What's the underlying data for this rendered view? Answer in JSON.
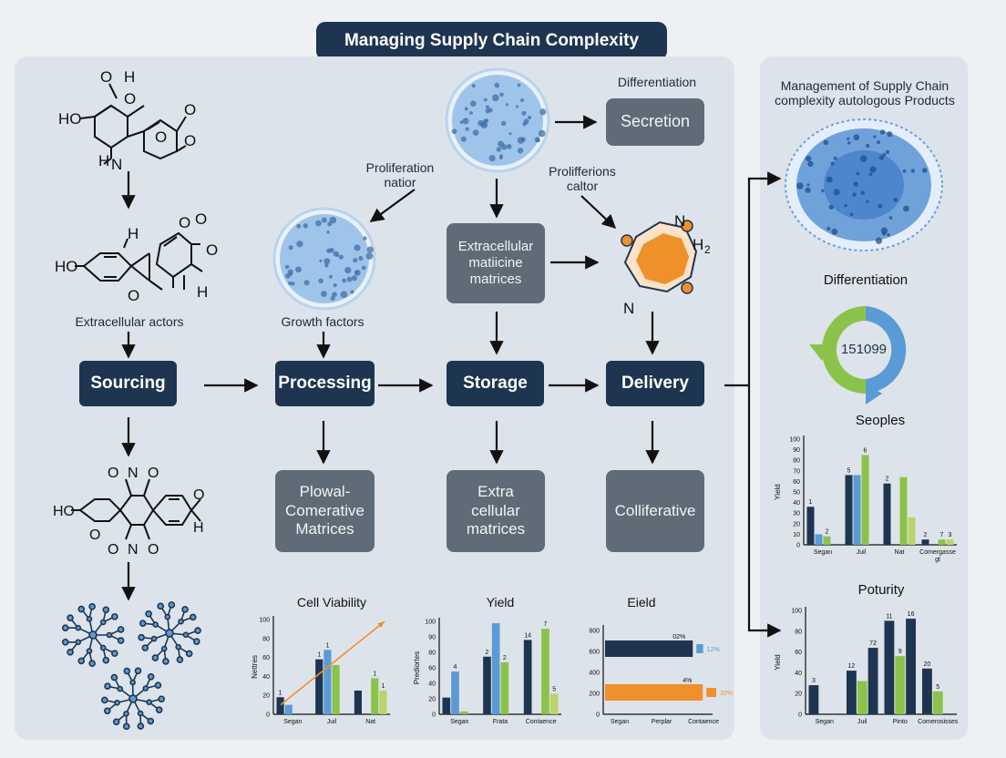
{
  "title": "Managing Supply Chain Complexity",
  "left_labels": {
    "extracellular_actors": "Extracellular actors",
    "growth_factors": "Growth factors",
    "proliferation_nation": "Proliferation\nnatior",
    "proliferation_caltor": "Prolifferions\ncaltor",
    "differentiation_top": "Differentiation"
  },
  "molecule_text": {
    "m1_o_top": "O",
    "m1_h_top": "H",
    "m1_o2": "O",
    "m1_ho": "HO",
    "m1_o3": "O",
    "m1_o4": "O",
    "m1_hn": "H",
    "m1_n": "N",
    "m1_o5": "O",
    "m2_h": "H",
    "m2_o1": "O",
    "m2_o2": "O",
    "m2_ho": "HO",
    "m2_o3": "O",
    "m2_o4": "O",
    "m2_h2": "H",
    "m3_o1": "O",
    "m3_n1": "N",
    "m3_o2": "O",
    "m3_ho": "HO",
    "m3_o3": "O",
    "m3_o4": "O",
    "m3_h": "H",
    "m3_o5": "O",
    "m3_n2": "N",
    "m3_o6": "O",
    "octa_n1": "N",
    "octa_h2": "H",
    "octa_sub": "2",
    "octa_n2": "N"
  },
  "stages": [
    "Sourcing",
    "Processing",
    "Storage",
    "Delivery"
  ],
  "boxes": {
    "secretion": "Secretion",
    "ecm": "Extracellular\nmatiicine\nmatrices",
    "plowal": "Plowal-\nComerative\nMatrices",
    "extra": "Extra\ncellular\nmatrices",
    "colliferative": "Colliferative"
  },
  "right_panel": {
    "title": "Management of Supply Chain\ncomplexity autologous Products",
    "differentiation": "Differentiation",
    "ring_value": "151099"
  },
  "colors": {
    "navy": "#1d3550",
    "blue": "#5b9bd5",
    "green": "#8bc34a",
    "olive": "#b9d46a",
    "orange": "#f0902a",
    "grey": "#5f6b76"
  },
  "chart_data": [
    {
      "type": "bar",
      "title": "Cell Viability",
      "ylabel": "Nettres",
      "ylim": [
        0,
        100
      ],
      "yticks": [
        "100",
        "80",
        "60",
        "40",
        "20",
        "0"
      ],
      "categories": [
        "Segan",
        "Juil",
        "Nat"
      ],
      "series": [
        {
          "color": "#1d3550",
          "values": [
            18,
            58,
            25
          ]
        },
        {
          "color": "#5b9bd5",
          "values": [
            10,
            68,
            0
          ]
        },
        {
          "color": "#8bc34a",
          "values": [
            0,
            52,
            38
          ]
        },
        {
          "color": "#b9d46a",
          "values": [
            0,
            0,
            25
          ]
        }
      ],
      "value_labels": [
        [
          "1",
          "",
          "",
          ""
        ],
        [
          "1",
          "1",
          "",
          ""
        ],
        [
          "",
          "",
          "1",
          "1"
        ]
      ],
      "trend": {
        "color": "#f0902a",
        "from": 10,
        "to": 98
      }
    },
    {
      "type": "bar",
      "title": "Yield",
      "ylabel": "Prediortes",
      "ylim": [
        0,
        100
      ],
      "yticks": [
        "100",
        "90",
        "80",
        "60",
        "40",
        "20",
        "0"
      ],
      "categories": [
        "Segan",
        "Frata",
        "Contaence"
      ],
      "series": [
        {
          "color": "#1d3550",
          "values": [
            18,
            62,
            80
          ]
        },
        {
          "color": "#5b9bd5",
          "values": [
            46,
            98,
            0
          ]
        },
        {
          "color": "#8bc34a",
          "values": [
            3,
            56,
            92
          ]
        },
        {
          "color": "#b9d46a",
          "values": [
            0,
            0,
            22
          ]
        }
      ],
      "value_labels": [
        [
          "",
          "4",
          "",
          ""
        ],
        [
          "2",
          "",
          "2",
          ""
        ],
        [
          "14",
          "",
          "7",
          "5"
        ]
      ]
    },
    {
      "type": "bar_horizontal",
      "title": "Eield",
      "xlim": [
        0,
        800
      ],
      "yticks": [
        "800",
        "600",
        "400",
        "200",
        "0"
      ],
      "categories": [
        "Segan",
        "Perplar",
        "Contaence"
      ],
      "bars": [
        {
          "color": "#1d3550",
          "value": 700,
          "label": "02%"
        },
        {
          "color": "#5b9bd5",
          "value": 180,
          "label": "12%"
        },
        {
          "color": "#f0902a",
          "value": 780,
          "label": "4%"
        },
        {
          "color": "#f0902a",
          "value": 260,
          "label": "10%"
        }
      ]
    },
    {
      "type": "bar",
      "title": "Seoples",
      "ylabel": "Yield",
      "ylim": [
        0,
        100
      ],
      "yticks": [
        "100",
        "90",
        "80",
        "70",
        "60",
        "50",
        "40",
        "30",
        "20",
        "10",
        "0"
      ],
      "categories": [
        "Segan",
        "Juil",
        "Nat",
        "Comergasse"
      ],
      "cat_sub": "gt",
      "series": [
        {
          "color": "#1d3550",
          "values": [
            36,
            66,
            58,
            5
          ]
        },
        {
          "color": "#5b9bd5",
          "values": [
            10,
            66,
            0,
            0
          ]
        },
        {
          "color": "#8bc34a",
          "values": [
            8,
            85,
            64,
            5
          ]
        },
        {
          "color": "#b9d46a",
          "values": [
            0,
            0,
            26,
            5
          ]
        }
      ],
      "value_labels": [
        [
          "1",
          "",
          "2",
          ""
        ],
        [
          "5",
          "",
          "6",
          ""
        ],
        [
          "2",
          "1",
          "",
          ""
        ],
        [
          "2",
          "",
          "7",
          "3"
        ]
      ]
    },
    {
      "type": "bar",
      "title": "Poturity",
      "ylabel": "Yield",
      "ylim": [
        0,
        100
      ],
      "yticks": [
        "100",
        "80",
        "60",
        "40",
        "20",
        "0"
      ],
      "categories": [
        "Segan",
        "Juil",
        "Pinto",
        "Comerosisses"
      ],
      "series": [
        {
          "color": "#1d3550",
          "values": [
            28,
            42,
            90,
            44
          ]
        },
        {
          "color": "#8bc34a",
          "values": [
            0,
            32,
            56,
            22
          ]
        },
        {
          "color": "#1d3550",
          "values": [
            0,
            64,
            92,
            0
          ]
        }
      ],
      "value_labels": [
        [
          "3",
          "",
          ""
        ],
        [
          "12",
          "",
          "72"
        ],
        [
          "11",
          "9",
          "16"
        ],
        [
          "20",
          "5",
          ""
        ]
      ]
    }
  ]
}
